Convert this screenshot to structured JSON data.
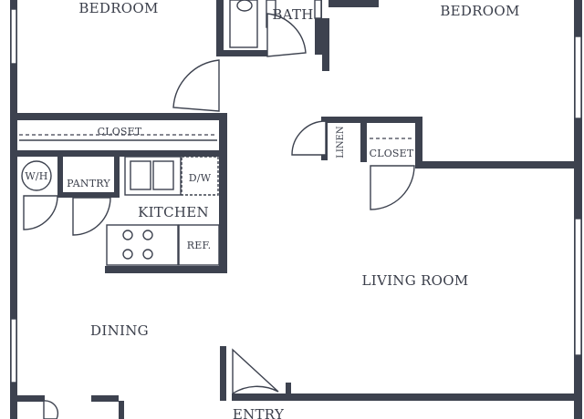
{
  "rooms": {
    "bedroom_left": "BEDROOM",
    "bath": "BATH",
    "bedroom_right": "BEDROOM",
    "closet_hall": "CLOSET",
    "linen": "LINEN",
    "closet_bedroom": "CLOSET",
    "water_heater": "W/H",
    "pantry": "PANTRY",
    "dishwasher": "D/W",
    "kitchen": "KITCHEN",
    "refrigerator": "REF.",
    "living_room": "LIVING ROOM",
    "dining": "DINING",
    "entry": "ENTRY"
  },
  "colors": {
    "wall": "#3d424f",
    "background": "#ffffff"
  }
}
